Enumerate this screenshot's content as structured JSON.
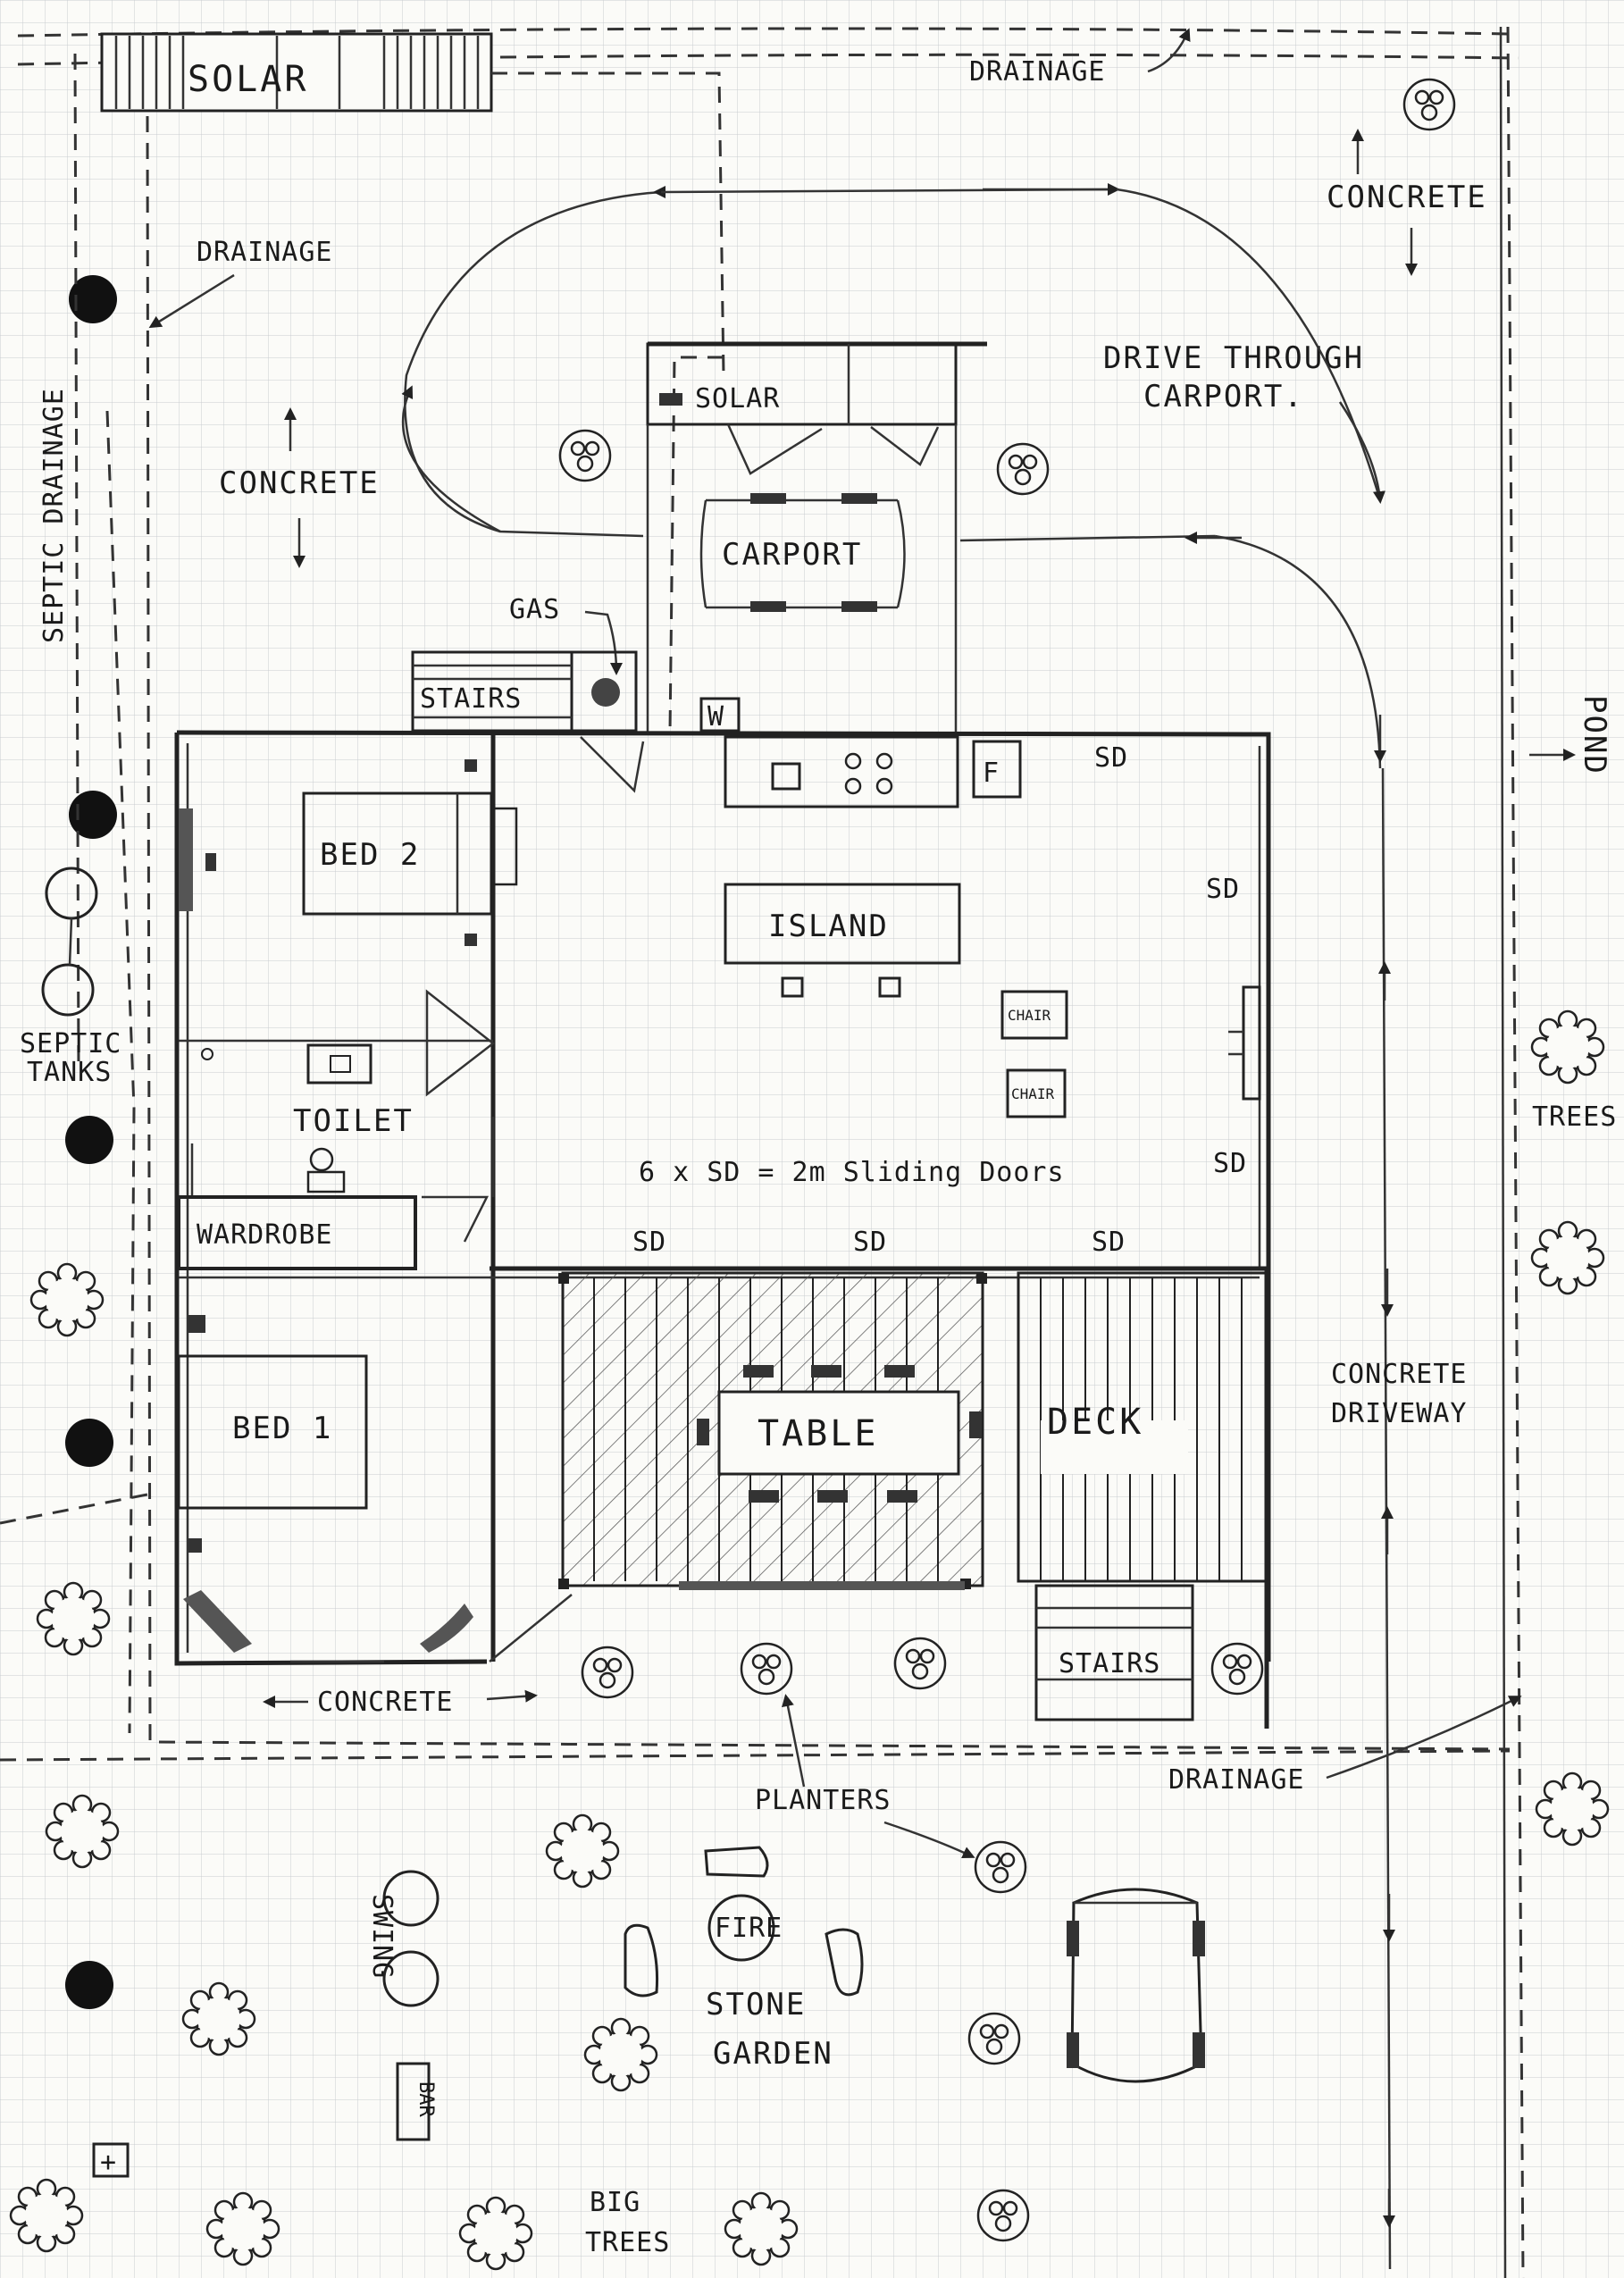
{
  "colors": {
    "paper": "#fbfbf8",
    "grid": "#c9ccd0",
    "ink": "#222222"
  },
  "labels": {
    "solar_top": "SOLAR",
    "drainage_top": "DRAINAGE",
    "drainage_left": "DRAINAGE",
    "septic_drainage": "SEPTIC DRAINAGE",
    "concrete_upper_left": "CONCRETE",
    "concrete_upper_right": "CONCRETE",
    "drive_through": "DRIVE THROUGH",
    "carport_word": "CARPORT.",
    "solar_carport": "SOLAR",
    "carport": "CARPORT",
    "gas": "GAS",
    "stairs_top": "STAIRS",
    "washer": "W",
    "fridge": "F",
    "pond": "POND",
    "bed2": "BED 2",
    "island": "ISLAND",
    "chair_1": "CHAIR",
    "chair_2": "CHAIR",
    "septic_tanks_1": "SEPTIC",
    "septic_tanks_2": "TANKS",
    "toilet": "TOILET",
    "sliding_note": "6 x SD = 2m Sliding Doors",
    "wardrobe": "WARDROBE",
    "sd_1": "SD",
    "sd_2": "SD",
    "sd_3": "SD",
    "sd_4": "SD",
    "sd_5": "SD",
    "sd_6": "SD",
    "trees_right": "TREES",
    "bed1": "BED 1",
    "table": "TABLE",
    "deck": "DECK",
    "concrete_driveway_1": "CONCRETE",
    "concrete_driveway_2": "DRIVEWAY",
    "stairs_deck": "STAIRS",
    "concrete_bottom": "CONCRETE",
    "drainage_bottom": "DRAINAGE",
    "planters": "PLANTERS",
    "swing": "SWING",
    "fire": "FIRE",
    "stone_garden_1": "STONE",
    "stone_garden_2": "GARDEN",
    "bar": "BAR",
    "big_trees_1": "BIG",
    "big_trees_2": "TREES",
    "plus": "+"
  }
}
